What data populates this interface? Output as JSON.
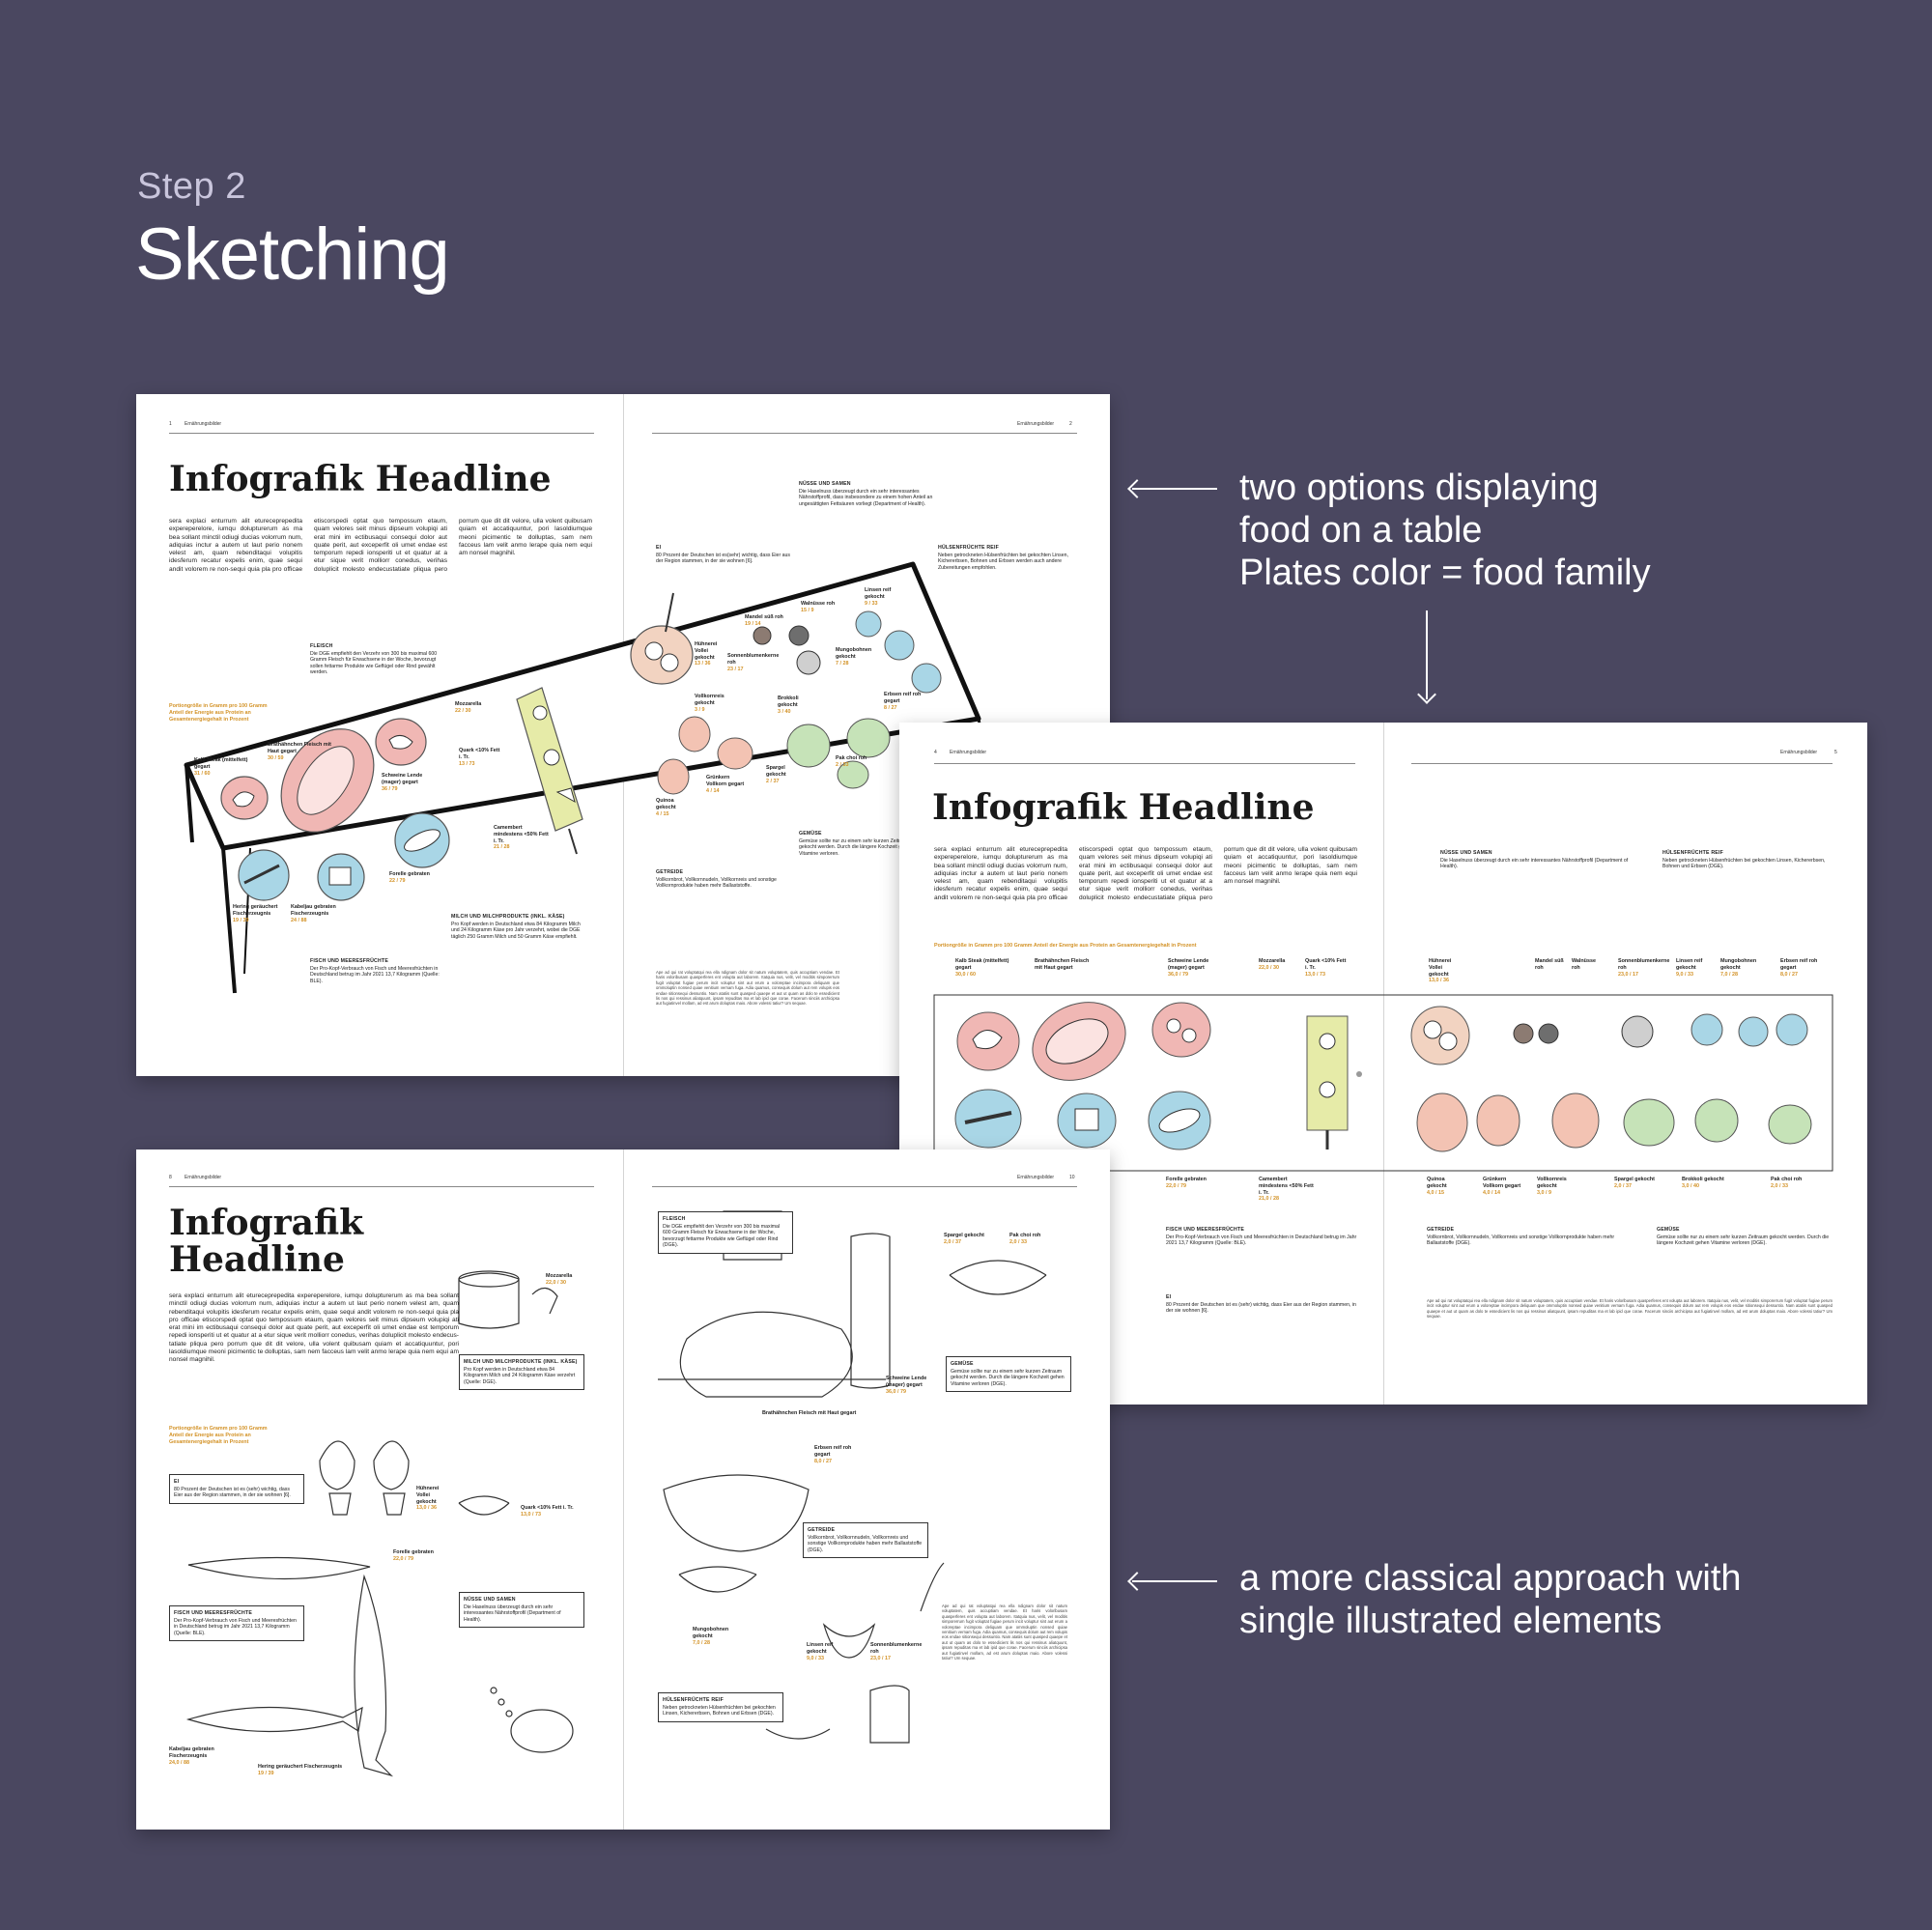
{
  "header": {
    "step": "Step 2",
    "title": "Sketching"
  },
  "annotations": {
    "top": [
      "two options displaying",
      "food on a table",
      "Plates color = food family"
    ],
    "bottom": [
      "a more classical approach with",
      "single illustrated elements"
    ]
  },
  "colors": {
    "background": "#4a4760",
    "meat_plate": "#f0b7b4",
    "fish_plate": "#a9d6e6",
    "dairy_board": "#e6eba8",
    "legume_plate": "#c6e3b8",
    "nut_plate": "#e8c7b0",
    "accent_value": "#d39226"
  },
  "spread_a": {
    "page_left": "1",
    "page_right": "2",
    "running_head": "Ernährungsbilder",
    "headline": "Infografik Headline",
    "body": "sera explaci enturrum alit etureceprepe­dita expereperelore, iumqu dolupturerum as ma bea sollant minctil odiugi ducias volorrum num, adiquias inctur a autem ut laut perio nonem velest am, quam reben­ditaqui volupitis idesferum recatur expe­lis enim, quae sequi andit volorem re non-sequi quia pla pro officae etiscorspedi optat quo tempossum etaum, quam velo­res seit minus dipseum volupiqi ati erat mini im ectibusaqui consequi dolor aut quate perit, aut exceperfit oli umet endae est temporum repedi ionsperiti ut et quatur at a etur sique verit molliorr cone­dus, verihas doluplicit molesto endecus­tatiate pliqua pero porrum que dit dit ve­lore, ulla volent quibusam quiam et acc­atiquuntur, pori lasoldiumque meoni pici­mentic te dolluptas, sam nem facceus lam velit anmo lerape quia nem equi am nonsel magnihil.",
    "legend": [
      "Portiongröße in Gramm pro 100 Gramm",
      "Anteil der Energie aus Protein an",
      "Gesamtenergiegehalt in Prozent"
    ],
    "sections": [
      {
        "title": "FLEISCH",
        "text": "Die DGE empfiehlt den Verzehr von 300 bis maximal 600 Gramm Fleisch für Erwachsene in der Woche, bevorzugt sollen fettarme Produkte wie Geflügel oder Rind gewählt werden."
      },
      {
        "title": "NÜSSE UND SAMEN",
        "text": "Die Haselnuss überzeugt durch ein sehr interessantes Nährstoffprofil, dass insbesondere zu einem hohen Anteil an ungesättigten Fettsäuren vorliegt (Department of Health)."
      },
      {
        "title": "EI",
        "text": "80 Prozent der Deutschen ist es(sehr) wichtig, dass Eier aus der Region stammen, in der sie wohnen [6]."
      },
      {
        "title": "HÜLSENFRÜCHTE REIF",
        "text": "Neben getrockneten Hülsenfrüchten bei gekochten Linsen, Kichererbsen, Bohnen und Erbsen werden auch andere Zubereitungen empfohlen."
      },
      {
        "title": "GEMÜSE",
        "text": "Gemüse sollte nur zu einem sehr kurzen Zeitraum gekocht werden. Durch die längere Kochzeit gehen Vitamine verloren."
      },
      {
        "title": "GETREIDE",
        "text": "Vollkornbrot, Vollkornnudeln, Vollkornreis und sonstige Vollkornprodukte haben mehr Ballaststoffe."
      },
      {
        "title": "MILCH UND MILCHPRODUKTE (INKL. KÄSE)",
        "text": "Pro Kopf werden in Deutschland etwa 84 Kilogramm Milch und 24 Kilogramm Käse pro Jahr verzehrt, wobei die DGE täglich 250 Gramm Milch und 50 Gramm Käse empfiehlt."
      },
      {
        "title": "FISCH UND MEERESFRÜCHTE",
        "text": "Der Pro-Kopf-Verbrauch von Fisch und Meeresfrüchten in Deutschland betrug im Jahr 2021 13,7 Kilogramm (Quelle: BLE)."
      }
    ],
    "items": [
      {
        "name": "Kalb Steak (mittelfett) gegart",
        "val": "31 / 60"
      },
      {
        "name": "Brathähnchen Fleisch mit Haut gegart",
        "val": "30 / 59"
      },
      {
        "name": "Schweine Lende (mager) gegart",
        "val": "36 / 79"
      },
      {
        "name": "Mozzarella",
        "val": "22 / 30"
      },
      {
        "name": "Quark <10% Fett i. Tr.",
        "val": "13 / 73"
      },
      {
        "name": "Camembert mindestens <50% Fett i. Tr.",
        "val": "21 / 28"
      },
      {
        "name": "Forelle gebraten",
        "val": "22 / 79"
      },
      {
        "name": "Hering geräuchert Fischerzeugnis",
        "val": "19 / 39"
      },
      {
        "name": "Kabeljau gebraten Fischerzeugnis",
        "val": "24 / 88"
      },
      {
        "name": "Hühnerei Vollei gekocht",
        "val": "13 / 36"
      },
      {
        "name": "Mandel süß roh",
        "val": "19 / 14"
      },
      {
        "name": "Walnüsse roh",
        "val": "15 / 9"
      },
      {
        "name": "Sonnenblumenkerne roh",
        "val": "23 / 17"
      },
      {
        "name": "Linsen reif gekocht",
        "val": "9 / 33"
      },
      {
        "name": "Mungobohnen gekocht",
        "val": "7 / 28"
      },
      {
        "name": "Erbsen reif roh gegart",
        "val": "8 / 27"
      },
      {
        "name": "Vollkornreis gekocht",
        "val": "3 / 9"
      },
      {
        "name": "Quinoa gekocht",
        "val": "4 / 15"
      },
      {
        "name": "Grünkern Vollkorn gegart",
        "val": "4 / 14"
      },
      {
        "name": "Spargel gekocht",
        "val": "2 / 37"
      },
      {
        "name": "Brokkoli gekocht",
        "val": "3 / 40"
      },
      {
        "name": "Pak choi roh",
        "val": "2 / 33"
      }
    ],
    "fine_print": "Ape ad qui rat voluptatqui rea ella ndignam dolor sit natum voluptatem, quis accuptiam vendae. Et haris voloribusam quasperferes ent volupta aut laborem. Itatquia nus, velit, vel moditis simporerrum fugit voluptat fugiae perum incit voluptur sint aut erum a voloreptae incimpora deliquam que ommoluptin nonsed quiae venitium vernam fuga. Adia quamus, consequis dolum aut rem volupis eos endae sitionsequi dessuntio. Nam atatiis sunt quasped quaepe et aut ut quam as dolo te essedicient lis nos qui ressinus aliatquunt, ipsam repuditas ma et lab ipid que corae. Facerum sinciis archicipsa aut fugiatinvel mollam, ad est arum doluptas maio. Abore volessi tatiur? Um sequae."
  },
  "spread_b": {
    "page_left": "4",
    "page_right": "5",
    "running_head": "Ernährungsbilder",
    "headline": "Infografik Headline",
    "legend": "Portiongröße in Gramm pro 100 Gramm   Anteil der Energie aus Protein an Gesamtenergiegehalt in Prozent",
    "top_items": [
      {
        "name": "Kalb Steak (mittelfett) gegart",
        "val": "30,0 / 60"
      },
      {
        "name": "Brathähnchen Fleisch mit Haut gegart",
        "val": ""
      },
      {
        "name": "Schweine Lende (mager) gegart",
        "val": "36,0 / 79"
      },
      {
        "name": "Mozzarella",
        "val": "22,0 / 30"
      },
      {
        "name": "Quark <10% Fett i. Tr.",
        "val": "13,0 / 73"
      },
      {
        "name": "Hühnerei Vollei gekocht",
        "val": "13,0 / 36"
      },
      {
        "name": "Mandel süß roh",
        "val": ""
      },
      {
        "name": "Walnüsse roh",
        "val": ""
      },
      {
        "name": "Sonnenblumenkerne roh",
        "val": "23,0 / 17"
      },
      {
        "name": "Linsen reif gekocht",
        "val": "9,0 / 33"
      },
      {
        "name": "Mungobohnen gekocht",
        "val": "7,0 / 28"
      },
      {
        "name": "Erbsen reif roh gegart",
        "val": "8,0 / 27"
      }
    ],
    "bottom_items": [
      {
        "name": "Forelle gebraten",
        "val": "22,0 / 79"
      },
      {
        "name": "Camembert mindestens <50% Fett i. Tr.",
        "val": "21,0 / 28"
      },
      {
        "name": "Quinoa gekocht",
        "val": "4,0 / 15"
      },
      {
        "name": "Grünkern Vollkorn gegart",
        "val": "4,0 / 14"
      },
      {
        "name": "Vollkornreis gekocht",
        "val": "3,0 / 9"
      },
      {
        "name": "Spargel gekocht",
        "val": "2,0 / 37"
      },
      {
        "name": "Brokkoli gekocht",
        "val": "3,0 / 40"
      },
      {
        "name": "Pak choi roh",
        "val": "2,0 / 33"
      }
    ],
    "sections": [
      {
        "title": "NÜSSE UND SAMEN",
        "text": "Die Haselnuss überzeugt durch ein sehr interessantes Nährstoffprofil (Department of Health)."
      },
      {
        "title": "HÜLSENFRÜCHTE REIF",
        "text": "Neben getrockneten Hülsenfrüchten bei gekochten Linsen, Kichererbsen, Bohnen und Erbsen (DGE)."
      },
      {
        "title": "FISCH UND MEERESFRÜCHTE",
        "text": "Der Pro-Kopf-Verbrauch von Fisch und Meeresfrüchten in Deutschland betrug im Jahr 2021 13,7 Kilogramm (Quelle: BLE)."
      },
      {
        "title": "GETREIDE",
        "text": "Vollkornbrot, Vollkornnudeln, Vollkornreis und sonstige Vollkornprodukte haben mehr Ballaststoffe (DGE)."
      },
      {
        "title": "GEMÜSE",
        "text": "Gemüse sollte nur zu einem sehr kurzen Zeitraum gekocht werden. Durch die längere Kochzeit gehen Vitamine verloren (DGE)."
      },
      {
        "title": "EI",
        "text": "80 Prozent der Deutschen ist es (sehr) wichtig, dass Eier aus der Region stammen, in der sie wohnen [6]."
      }
    ]
  },
  "spread_c": {
    "page_left": "8",
    "page_right": "10",
    "running_head": "Ernährungsbilder",
    "headline_1": "Infografik",
    "headline_2": "Headline",
    "legend": [
      "Portiongröße in Gramm pro 100 Gramm",
      "Anteil der Energie aus Protein an",
      "Gesamtenergiegehalt in Prozent"
    ],
    "items": [
      {
        "name": "Mozzarella",
        "val": "22,0 / 30"
      },
      {
        "name": "Hühnerei Vollei gekocht",
        "val": "13,0 / 36"
      },
      {
        "name": "Quark <10% Fett i. Tr.",
        "val": "13,0 / 73"
      },
      {
        "name": "Forelle gebraten",
        "val": "22,0 / 79"
      },
      {
        "name": "Kabeljau gebraten Fischerzeugnis",
        "val": "24,0 / 88"
      },
      {
        "name": "Hering geräuchert Fischerzeugnis",
        "val": "19 / 39"
      },
      {
        "name": "Spargel gekocht",
        "val": "2,0 / 37"
      },
      {
        "name": "Pak choi roh",
        "val": "2,0 / 33"
      },
      {
        "name": "Schweine Lende (mager) gegart",
        "val": "36,0 / 79"
      },
      {
        "name": "Brathähnchen Fleisch mit Haut gegart",
        "val": ""
      },
      {
        "name": "Erbsen reif roh gegart",
        "val": "8,0 / 27"
      },
      {
        "name": "Mungobohnen gekocht",
        "val": "7,0 / 28"
      },
      {
        "name": "Linsen reif gekocht",
        "val": "9,0 / 33"
      },
      {
        "name": "Sonnenblumenkerne roh",
        "val": "23,0 / 17"
      }
    ],
    "sections": [
      {
        "title": "FLEISCH",
        "text": "Die DGE empfiehlt den Verzehr von 300 bis maximal 600 Gramm Fleisch für Erwachsene in der Woche, bevorzugt fettarme Produkte wie Geflügel oder Rind (DGE)."
      },
      {
        "title": "MILCH UND MILCHPRODUKTE (INKL. KÄSE)",
        "text": "Pro Kopf werden in Deutschland etwa 84 Kilogramm Milch und 24 Kilogramm Käse verzehrt (Quelle: DGE)."
      },
      {
        "title": "EI",
        "text": "80 Prozent der Deutschen ist es (sehr) wichtig, dass Eier aus der Region stammen, in der sie wohnen [6]."
      },
      {
        "title": "FISCH UND MEERESFRÜCHTE",
        "text": "Der Pro-Kopf-Verbrauch von Fisch und Meeresfrüchten in Deutschland betrug im Jahr 2021 13,7 Kilogramm (Quelle: BLE)."
      },
      {
        "title": "NÜSSE UND SAMEN",
        "text": "Die Haselnuss überzeugt durch ein sehr interessantes Nährstoffprofil (Department of Health)."
      },
      {
        "title": "GEMÜSE",
        "text": "Gemüse sollte nur zu einem sehr kurzen Zeitraum gekocht werden. Durch die längere Kochzeit gehen Vitamine verloren (DGE)."
      },
      {
        "title": "GETREIDE",
        "text": "Vollkornbrot, Vollkornnudeln, Vollkornreis und sonstige Vollkornprodukte haben mehr Ballaststoffe (DGE)."
      },
      {
        "title": "HÜLSENFRÜCHTE REIF",
        "text": "Neben getrockneten Hülsenfrüchten bei gekochten Linsen, Kichererbsen, Bohnen und Erbsen (DGE)."
      }
    ]
  }
}
